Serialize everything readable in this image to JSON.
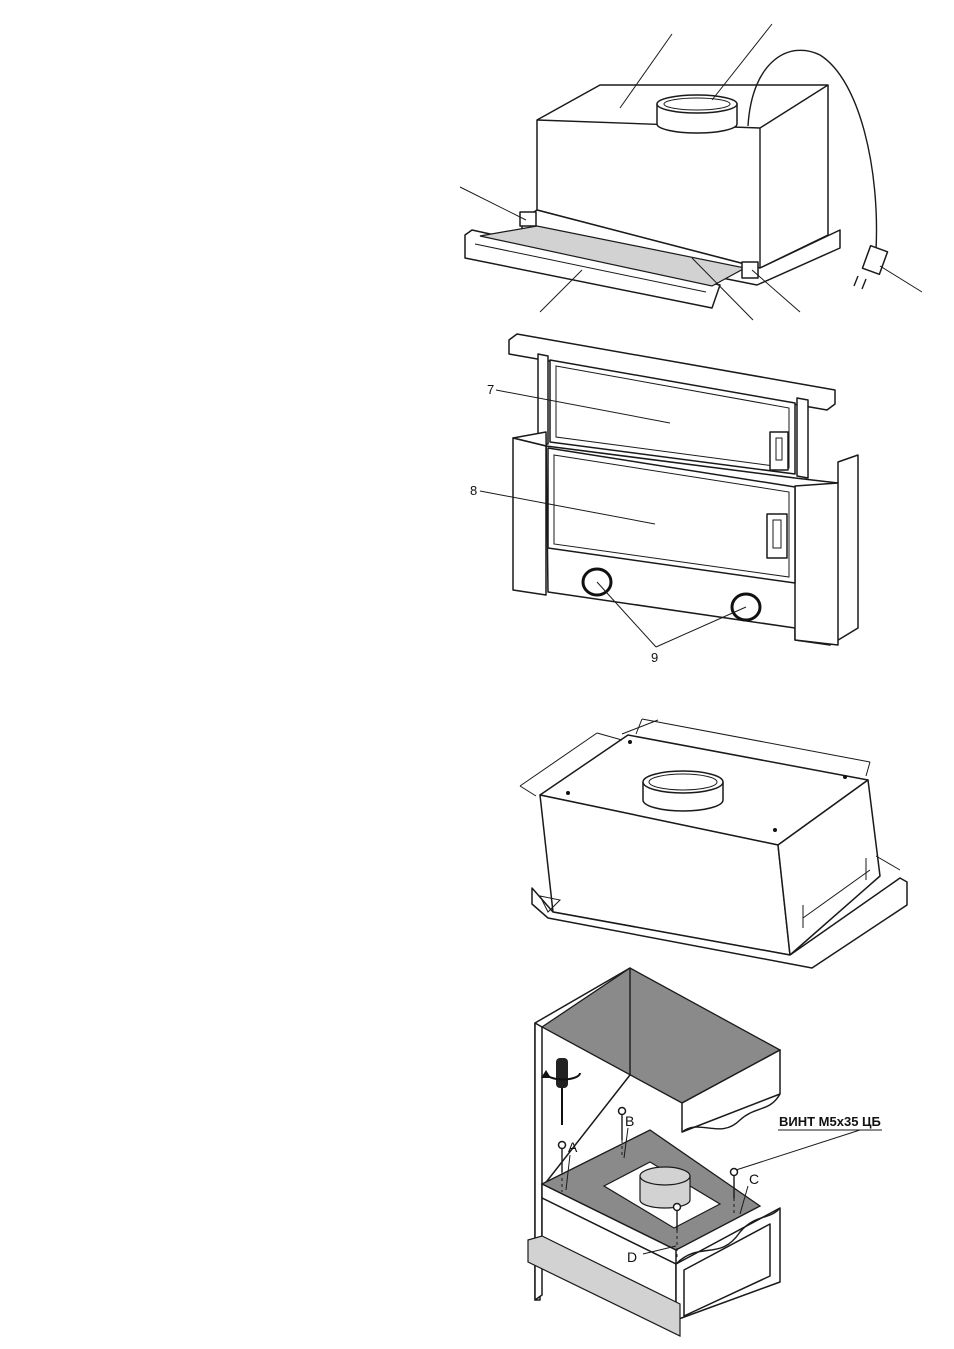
{
  "figure1": {
    "label_7": "7",
    "label_8": "8",
    "label_9": "9"
  },
  "figure3": {
    "screw_caption": "ВИНТ М5х35 ЦБ",
    "point_a": "A",
    "point_b": "B",
    "point_c": "C",
    "point_d": "D"
  }
}
